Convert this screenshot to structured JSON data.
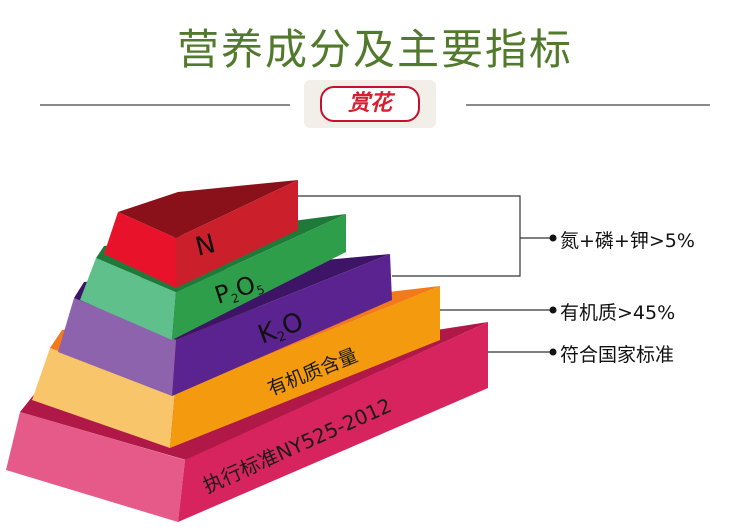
{
  "title": "营养成分及主要指标",
  "brand": "赏花",
  "layers": [
    {
      "label": "N",
      "color": "#cc1f2c"
    },
    {
      "label": "P",
      "sub1": "2",
      "label2": "O",
      "sub2": "5",
      "color": "#2e9e4b"
    },
    {
      "label": "K",
      "sub1": "2",
      "label2": "O",
      "color": "#5b2390"
    },
    {
      "label": "有机质含量",
      "color": "#f39a0e"
    },
    {
      "label": "执行标准NY525-2012",
      "color": "#d7245e"
    }
  ],
  "annotations": [
    {
      "text": "氮+磷+钾>5%"
    },
    {
      "text": "有机质>45%"
    },
    {
      "text": "符合国家标准"
    }
  ],
  "colors": {
    "title": "#527a2c",
    "brand": "#d6202f",
    "rule": "#8a8a8a"
  }
}
